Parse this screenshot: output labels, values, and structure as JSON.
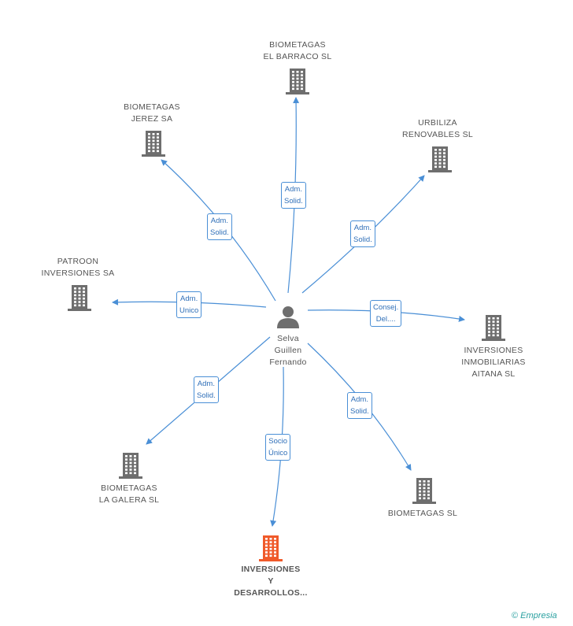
{
  "center": {
    "name_lines": [
      "Selva",
      "Guillen",
      "Fernando"
    ],
    "icon": "person-icon"
  },
  "companies": [
    {
      "id": "el-barraco",
      "lines": [
        "BIOMETAGAS",
        "EL BARRACO SL"
      ],
      "icon": "building-icon"
    },
    {
      "id": "jerez",
      "lines": [
        "BIOMETAGAS",
        "JEREZ SA"
      ],
      "icon": "building-icon"
    },
    {
      "id": "urbiliza",
      "lines": [
        "URBILIZA",
        "RENOVABLES SL"
      ],
      "icon": "building-icon"
    },
    {
      "id": "patroon",
      "lines": [
        "PATROON",
        "INVERSIONES SA"
      ],
      "icon": "building-icon"
    },
    {
      "id": "aitana",
      "lines": [
        "INVERSIONES",
        "INMOBILIARIAS",
        "AITANA SL"
      ],
      "icon": "building-icon"
    },
    {
      "id": "la-galera",
      "lines": [
        "BIOMETAGAS",
        "LA GALERA SL"
      ],
      "icon": "building-icon"
    },
    {
      "id": "biometagas",
      "lines": [
        "BIOMETAGAS SL"
      ],
      "icon": "building-icon"
    },
    {
      "id": "inversiones-desarrollos",
      "lines": [
        "INVERSIONES",
        "Y",
        "DESARROLLOS..."
      ],
      "icon": "building-icon",
      "highlighted": true
    }
  ],
  "relations": [
    {
      "target": "el-barraco",
      "label_lines": [
        "Adm.",
        "Solid."
      ]
    },
    {
      "target": "jerez",
      "label_lines": [
        "Adm.",
        "Solid."
      ]
    },
    {
      "target": "urbiliza",
      "label_lines": [
        "Adm.",
        "Solid."
      ]
    },
    {
      "target": "patroon",
      "label_lines": [
        "Adm.",
        "Unico"
      ]
    },
    {
      "target": "aitana",
      "label_lines": [
        "Consej.",
        "Del...."
      ]
    },
    {
      "target": "la-galera",
      "label_lines": [
        "Adm.",
        "Solid."
      ]
    },
    {
      "target": "biometagas",
      "label_lines": [
        "Adm.",
        "Solid."
      ]
    },
    {
      "target": "inversiones-desarrollos",
      "label_lines": [
        "Socio",
        "Único"
      ]
    }
  ],
  "colors": {
    "edge": "#4a8fd6",
    "building": "#6e6e6e",
    "building_highlight": "#f05a2a",
    "person": "#6e6e6e",
    "label_text": "#2f6fb8"
  },
  "credit": {
    "symbol": "©",
    "brand": "Empresia"
  }
}
